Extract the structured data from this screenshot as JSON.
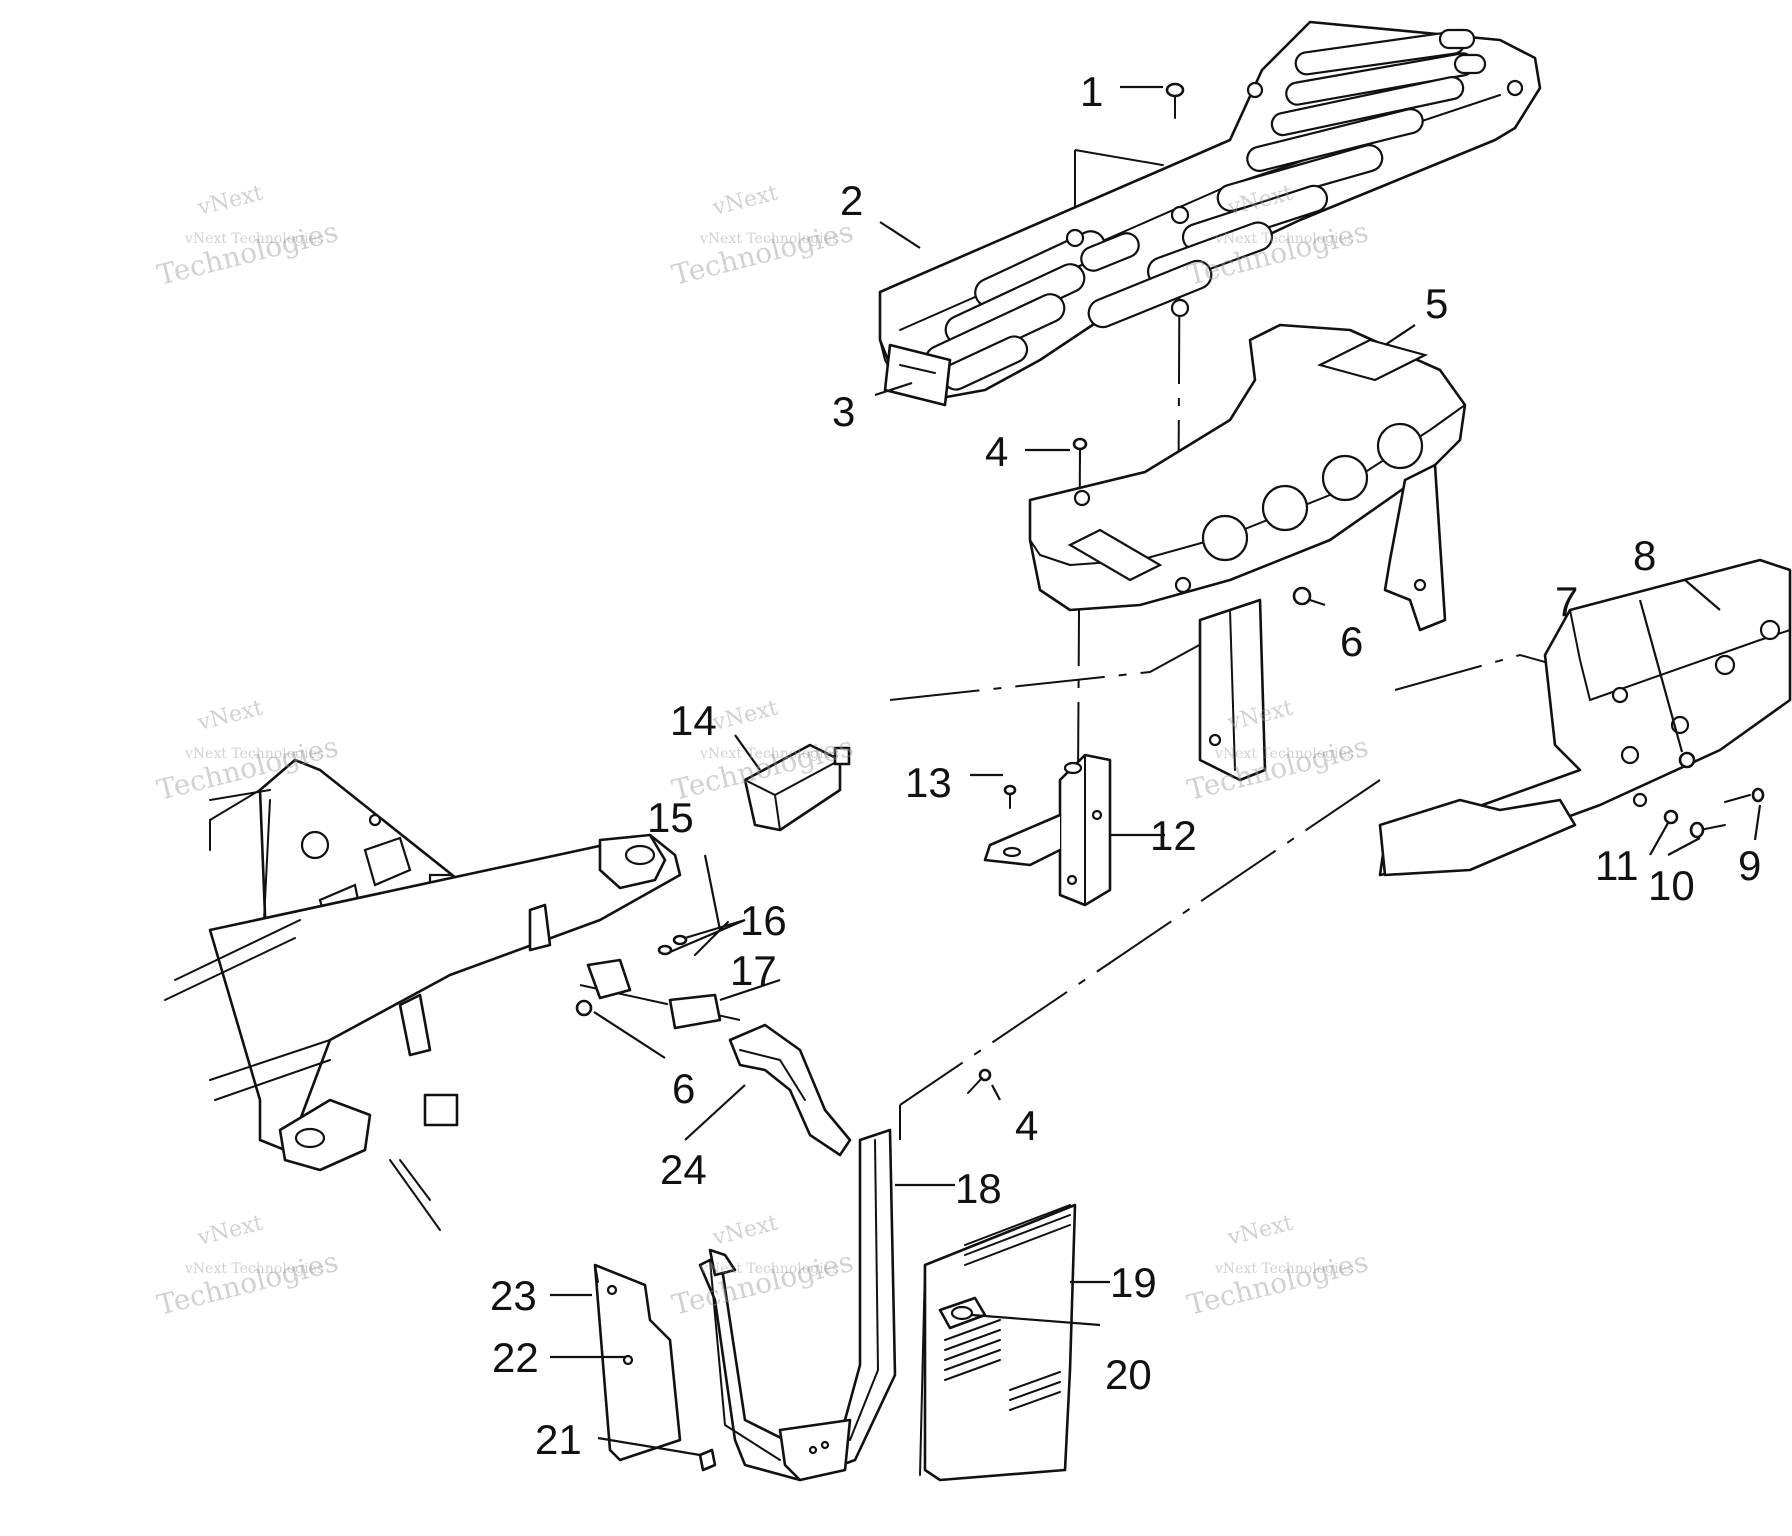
{
  "callouts": [
    "1",
    "2",
    "3",
    "4",
    "5",
    "6",
    "7",
    "8",
    "9",
    "10",
    "11",
    "12",
    "13",
    "14",
    "15",
    "16",
    "17",
    "18",
    "19",
    "20",
    "21",
    "22",
    "23",
    "24"
  ],
  "second_callouts": {
    "four": "4",
    "six": "6"
  },
  "watermark": {
    "line1": "vNext",
    "line2": "vNext Technologies",
    "line3": "Technologies"
  },
  "colors": {
    "line": "#111111",
    "background": "#ffffff",
    "watermark": "#9a9a9a"
  }
}
